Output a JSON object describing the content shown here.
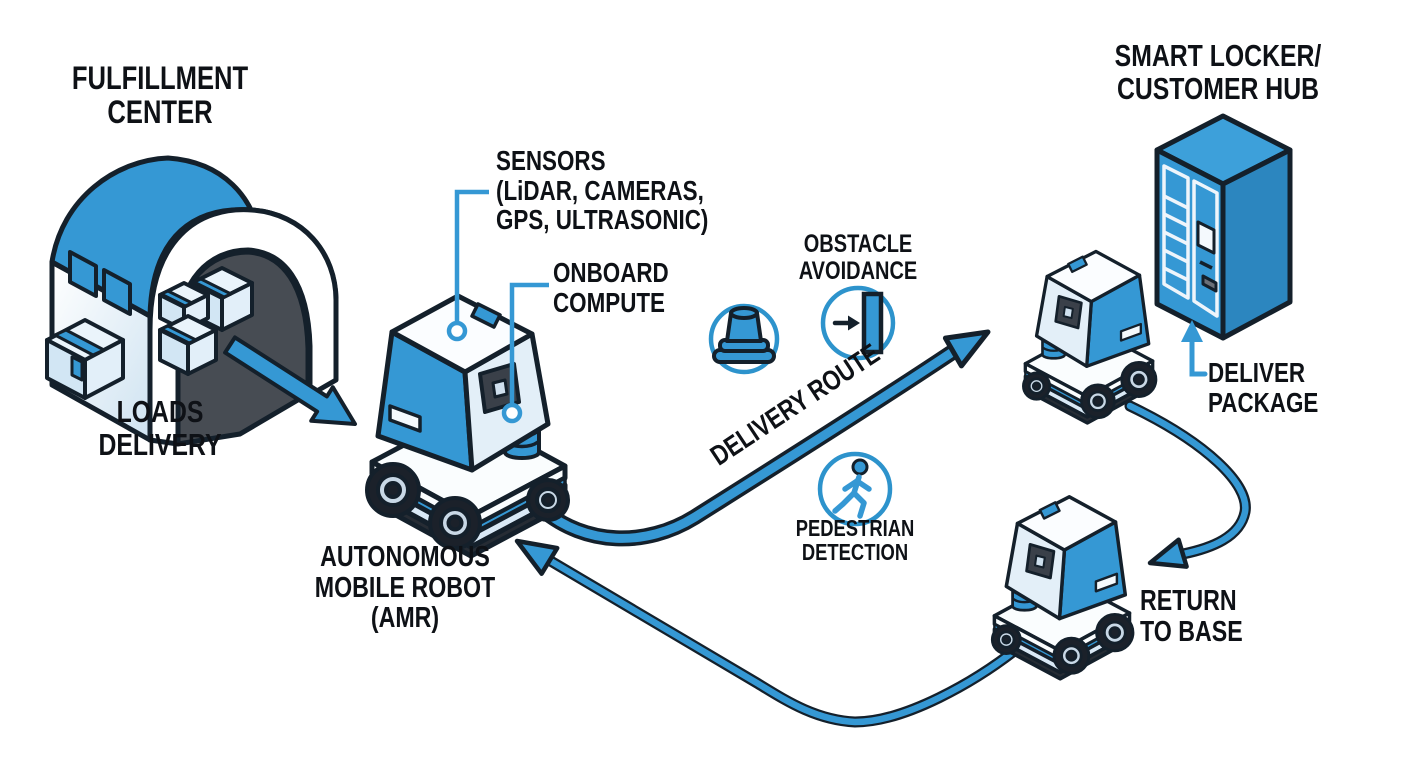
{
  "diagram": {
    "title": "Autonomous mobile robot delivery workflow",
    "labels": {
      "fulfillment_center": "FULFILLMENT\nCENTER",
      "loads_delivery": "LOADS\nDELIVERY",
      "sensors": "SENSORS\n(LiDAR, CAMERAS,\nGPS, ULTRASONIC)",
      "onboard_compute": "ONBOARD\nCOMPUTE",
      "obstacle_avoidance": "OBSTACLE\nAVOIDANCE",
      "delivery_route": "DELIVERY ROUTE",
      "pedestrian_detection": "PEDESTRIAN\nDETECTION",
      "smart_locker": "SMART LOCKER/\nCUSTOMER HUB",
      "deliver_package": "DELIVER\nPACKAGE",
      "return_to_base": "RETURN\nTO BASE",
      "amr": "AUTONOMOUS\nMOBILE ROBOT\n(AMR)"
    },
    "icons": {
      "obstacle_marker": "traffic-cone-icon",
      "obstacle_avoidance": "arrow-into-wall-icon",
      "pedestrian_detection": "walking-person-icon"
    },
    "colors": {
      "primary_blue": "#3598d4",
      "light_blue": "#d9e9f6",
      "outline_dark": "#14202b",
      "text": "#0e1116",
      "background": "#ffffff"
    }
  }
}
